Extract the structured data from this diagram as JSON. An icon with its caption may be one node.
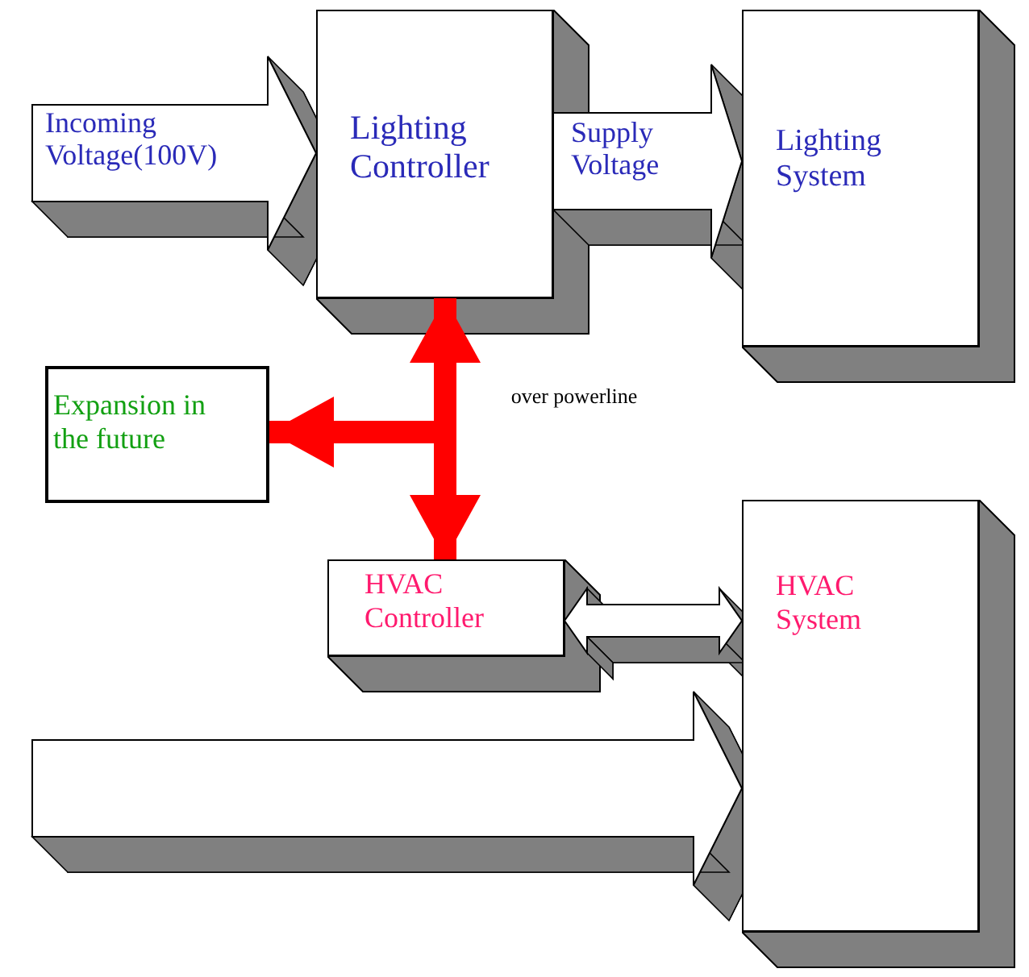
{
  "diagram": {
    "nodes": [
      {
        "text": [
          "Lighting Controller"
        ]
      },
      {
        "text": [
          "Lighting System"
        ]
      },
      {
        "text": [
          "Expansion in the future"
        ]
      },
      {
        "text": [
          "HVAC Controller"
        ]
      },
      {
        "text": [
          "HVAC System"
        ]
      }
    ],
    "edges": [
      {
        "from": null,
        "to": 0,
        "arrow": "to",
        "label": "Incoming Voltage(100V)"
      },
      {
        "from": 0,
        "to": 1,
        "arrow": "to",
        "label": "Supply Voltage"
      },
      {
        "from": 3,
        "to": 4,
        "arrow": "both"
      },
      {
        "from": null,
        "to": 4,
        "arrow": "to"
      },
      {
        "from": 0,
        "to": 3,
        "arrow": "both",
        "color": "#ff0000",
        "label": "over powerline"
      },
      {
        "from": null,
        "to": 2,
        "arrow": "to",
        "color": "#ff0000"
      }
    ]
  }
}
